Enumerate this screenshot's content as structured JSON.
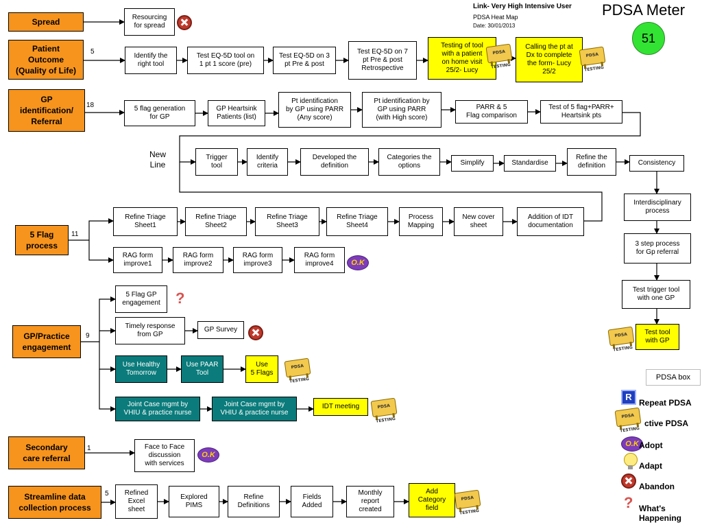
{
  "header": {
    "title": "Link- Very High Intensive User",
    "subtitle": "PDSA Heat Map",
    "date": "Date: 30/01/2013"
  },
  "meter": {
    "title": "PDSA Meter",
    "value": "51"
  },
  "new_line": "New\nLine",
  "colors": {
    "category": "#f7941d",
    "testing": "#ffff00",
    "teal": "#0b7b7b",
    "meter": "#33e333"
  },
  "categories": [
    {
      "key": "spread",
      "label": "Spread",
      "count": ""
    },
    {
      "key": "patient",
      "label": "Patient\nOutcome\n(Quality of Life)",
      "count": "5"
    },
    {
      "key": "gpid",
      "label": "GP\nidentification/\nReferral",
      "count": "18"
    },
    {
      "key": "flag",
      "label": "5 Flag\nprocess",
      "count": "11"
    },
    {
      "key": "gpp",
      "label": "GP/Practice\nengagement",
      "count": "9"
    },
    {
      "key": "sec",
      "label": "Secondary\ncare referral",
      "count": "1"
    },
    {
      "key": "stream",
      "label": "Streamline data\ncollection process",
      "count": "5"
    }
  ],
  "steps": [
    {
      "id": "s1",
      "text": "Resourcing\nfor spread",
      "style": "white",
      "icon": "abandon-icon"
    },
    {
      "id": "p1",
      "text": "Identify the\nright tool",
      "style": "white",
      "icon": ""
    },
    {
      "id": "p2",
      "text": "Test EQ-5D tool on\n1 pt 1 score (pre)",
      "style": "white",
      "icon": ""
    },
    {
      "id": "p3",
      "text": "Test EQ-5D on 3\npt Pre & post",
      "style": "white",
      "icon": ""
    },
    {
      "id": "p4",
      "text": "Test EQ-5D on 7\npt Pre & post\nRetrospective",
      "style": "white",
      "icon": ""
    },
    {
      "id": "p5",
      "text": "Testing of tool\nwith a patient\non home visit\n25/2- Lucy",
      "style": "yellow",
      "icon": "pdsa-testing-icon"
    },
    {
      "id": "p6",
      "text": "Calling the pt at\nDx to complete\nthe form- Lucy\n25/2",
      "style": "yellow",
      "icon": "pdsa-testing-icon"
    },
    {
      "id": "g1",
      "text": "5 flag generation\nfor GP",
      "style": "white",
      "icon": ""
    },
    {
      "id": "g2",
      "text": "GP Heartsink\nPatients (list)",
      "style": "white",
      "icon": ""
    },
    {
      "id": "g3",
      "text": "Pt identification\nby GP using PARR\n(Any score)",
      "style": "white",
      "icon": ""
    },
    {
      "id": "g4",
      "text": "Pt identification by\nGP using PARR\n(with High score)",
      "style": "white",
      "icon": ""
    },
    {
      "id": "g5",
      "text": "PARR & 5\nFlag comparison",
      "style": "white",
      "icon": ""
    },
    {
      "id": "g6",
      "text": "Test of 5 flag+PARR+\nHeartsink pts",
      "style": "white",
      "icon": ""
    },
    {
      "id": "n1",
      "text": "Trigger\ntool",
      "style": "white",
      "icon": ""
    },
    {
      "id": "n2",
      "text": "Identify\ncriteria",
      "style": "white",
      "icon": ""
    },
    {
      "id": "n3",
      "text": "Developed the\ndefinition",
      "style": "white",
      "icon": ""
    },
    {
      "id": "n4",
      "text": "Categories the\noptions",
      "style": "white",
      "icon": ""
    },
    {
      "id": "n5",
      "text": "Simplify",
      "style": "white",
      "icon": ""
    },
    {
      "id": "n6",
      "text": "Standardise",
      "style": "white",
      "icon": ""
    },
    {
      "id": "n7",
      "text": "Refine the\ndefinition",
      "style": "white",
      "icon": ""
    },
    {
      "id": "n8",
      "text": "Consistency",
      "style": "white",
      "icon": ""
    },
    {
      "id": "v1",
      "text": "Interdisciplinary\nprocess",
      "style": "white",
      "icon": ""
    },
    {
      "id": "v2",
      "text": "3 step process\nfor Gp referral",
      "style": "white",
      "icon": ""
    },
    {
      "id": "v3",
      "text": "Test trigger tool\nwith one GP",
      "style": "white",
      "icon": ""
    },
    {
      "id": "v4",
      "text": "Test tool\nwith GP",
      "style": "yellow",
      "icon": "pdsa-testing-icon"
    },
    {
      "id": "f1",
      "text": "Refine Triage\nSheet1",
      "style": "white",
      "icon": ""
    },
    {
      "id": "f2",
      "text": "Refine Triage\nSheet2",
      "style": "white",
      "icon": ""
    },
    {
      "id": "f3",
      "text": "Refine Triage\nSheet3",
      "style": "white",
      "icon": ""
    },
    {
      "id": "f4",
      "text": "Refine Triage\nSheet4",
      "style": "white",
      "icon": ""
    },
    {
      "id": "f5",
      "text": "Process\nMapping",
      "style": "white",
      "icon": ""
    },
    {
      "id": "f6",
      "text": "New cover\nsheet",
      "style": "white",
      "icon": ""
    },
    {
      "id": "f7",
      "text": "Addition of IDT\ndocumentation",
      "style": "white",
      "icon": ""
    },
    {
      "id": "r1",
      "text": "RAG form\nimprove1",
      "style": "white",
      "icon": ""
    },
    {
      "id": "r2",
      "text": "RAG form\nimprove2",
      "style": "white",
      "icon": ""
    },
    {
      "id": "r3",
      "text": "RAG form\nimprove3",
      "style": "white",
      "icon": ""
    },
    {
      "id": "r4",
      "text": "RAG form\nimprove4",
      "style": "white",
      "icon": "ok-icon"
    },
    {
      "id": "e1",
      "text": "5 Flag GP\nengagement",
      "style": "white",
      "icon": "question-icon"
    },
    {
      "id": "e2",
      "text": "Timely response\nfrom GP",
      "style": "white",
      "icon": ""
    },
    {
      "id": "e3",
      "text": "GP Survey",
      "style": "white",
      "icon": "abandon-icon"
    },
    {
      "id": "e4",
      "text": "Use Healthy\nTomorrow",
      "style": "teal",
      "icon": ""
    },
    {
      "id": "e5",
      "text": "Use PAAR\nTool",
      "style": "teal",
      "icon": ""
    },
    {
      "id": "e6",
      "text": "Use\n5 Flags",
      "style": "yellow",
      "icon": "pdsa-testing-icon"
    },
    {
      "id": "e7",
      "text": "Joint Case mgmt by\nVHIU & practice nurse",
      "style": "teal",
      "icon": ""
    },
    {
      "id": "e8",
      "text": "Joint Case mgmt by\nVHIU & practice nurse",
      "style": "teal",
      "icon": ""
    },
    {
      "id": "e9",
      "text": "IDT meeting",
      "style": "yellow",
      "icon": "pdsa-testing-icon"
    },
    {
      "id": "c1",
      "text": "Face to Face\ndiscussion\nwith services",
      "style": "white",
      "icon": "ok-icon"
    },
    {
      "id": "d1",
      "text": "Refined\nExcel\nsheet",
      "style": "white",
      "icon": ""
    },
    {
      "id": "d2",
      "text": "Explored\nPIMS",
      "style": "white",
      "icon": ""
    },
    {
      "id": "d3",
      "text": "Refine\nDefinitions",
      "style": "white",
      "icon": ""
    },
    {
      "id": "d4",
      "text": "Fields\nAdded",
      "style": "white",
      "icon": ""
    },
    {
      "id": "d5",
      "text": "Monthly\nreport\ncreated",
      "style": "white",
      "icon": ""
    },
    {
      "id": "d6",
      "text": "Add\nCategory\nfield",
      "style": "yellow",
      "icon": "pdsa-testing-icon"
    }
  ],
  "legend": {
    "box_label": "PDSA box",
    "items": [
      {
        "icon": "repeat-icon",
        "label": "Repeat PDSA"
      },
      {
        "icon": "pdsa-testing-icon",
        "label": "ctive PDSA"
      },
      {
        "icon": "ok-icon",
        "label": "Adopt"
      },
      {
        "icon": "bulb-icon",
        "label": "Adapt"
      },
      {
        "icon": "abandon-icon",
        "label": "Abandon"
      },
      {
        "icon": "question-icon",
        "label": "What's\nHappening"
      }
    ]
  }
}
